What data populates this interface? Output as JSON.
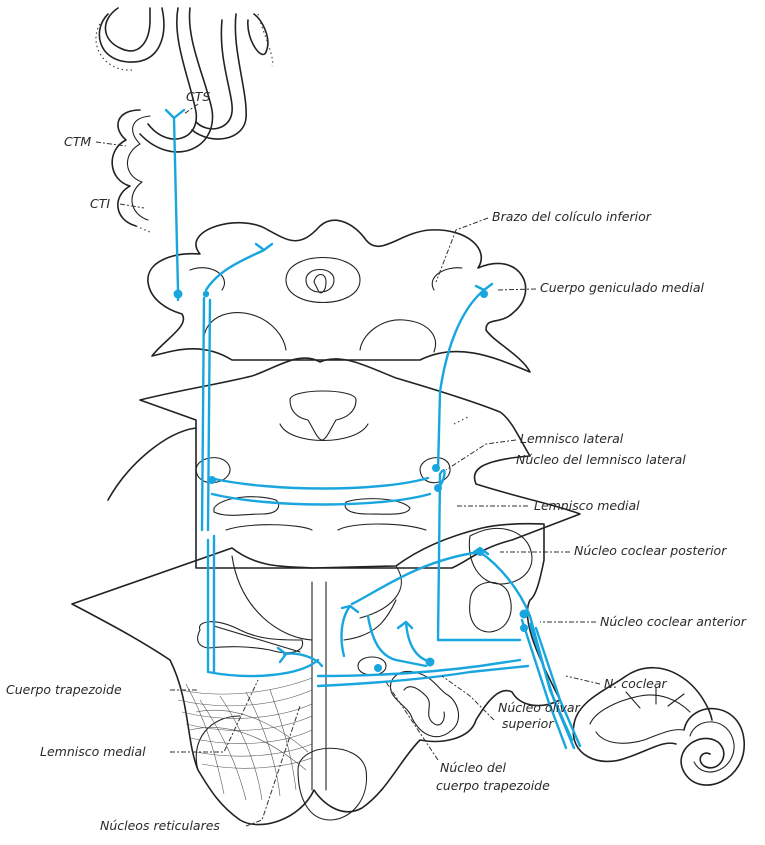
{
  "accent_color": "#19a6de",
  "labels": {
    "cts": "CTS",
    "ctm": "CTM",
    "cti": "CTI",
    "brazo_coliculo": "Brazo del colículo inferior",
    "geniculado": "Cuerpo geniculado medial",
    "lemnisco_lateral": "Lemnisco lateral",
    "nucleo_lemnisco_lateral": "Núcleo del lemnisco lateral",
    "lemnisco_medial_right": "Lemnisco medial",
    "coclear_posterior": "Núcleo coclear posterior",
    "coclear_anterior": "Núcleo coclear anterior",
    "n_coclear": "N. coclear",
    "olivar_line1": "Núcleo olivar",
    "olivar_line2": "superior",
    "trapezoide_nuc_line1": "Núcleo del",
    "trapezoide_nuc_line2": "cuerpo trapezoide",
    "cuerpo_trapezoide": "Cuerpo trapezoide",
    "lemnisco_medial_left": "Lemnisco medial",
    "reticulares": "Núcleos reticulares"
  }
}
